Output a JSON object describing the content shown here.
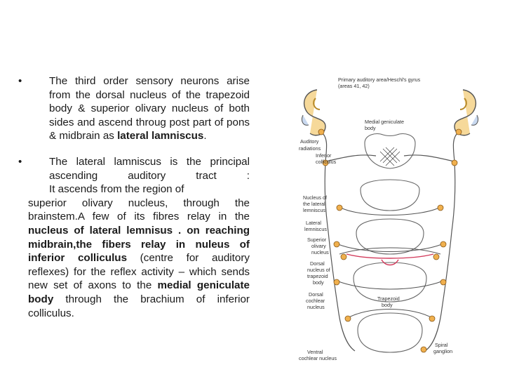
{
  "bullets": [
    {
      "symbol": "•",
      "pre": "The third order sensory neurons arise from the dorsal nucleus of the trapezoid body & superior olivary nucleus of both sides and ascend throug post part of pons & midbrain as ",
      "bold": "lateral lamniscus",
      "post": "."
    },
    {
      "symbol": "•",
      "line1": "The lateral lamniscus is the principal ascending auditory tract :",
      "line2": "It ascends from the region of",
      "text1": "superior olivary nucleus, through the brainstem.A few of its fibres relay in the ",
      "bold1": "nucleus of lateral lemnisus . on reaching midbrain,the fibers relay in nuleus of inferior colliculus",
      "text2": " (centre for auditory reflexes) for the reflex activity – which sends new set of axons to the ",
      "bold2": "medial geniculate body",
      "text3": " through the brachium of inferior colliculus."
    }
  ],
  "diagram": {
    "labels": {
      "primary1": "Primary auditory area/Heschl's gyrus",
      "primary2": "(areas 41, 42)",
      "mgb1": "Medial geniculate",
      "mgb2": "body",
      "radiations1": "Auditory",
      "radiations2": "radiations",
      "ic1": "Inferior",
      "ic2": "colliculus",
      "nll1": "Nucleus of",
      "nll2": "the lateral",
      "nll3": "lemniscus",
      "ll1": "Lateral",
      "ll2": "lemniscus",
      "son1": "Superior",
      "son2": "olivary",
      "son3": "nucleus",
      "dntb1": "Dorsal",
      "dntb2": "nucleus of",
      "dntb3": "trapezoid",
      "dntb4": "body",
      "tb1": "Trapezoid",
      "tb2": "body",
      "dcn1": "Dorsal",
      "dcn2": "cochlear",
      "dcn3": "nucleus",
      "vcn1": "Ventral",
      "vcn2": "cochlear nucleus",
      "sg1": "Spiral",
      "sg2": "ganglion"
    }
  }
}
